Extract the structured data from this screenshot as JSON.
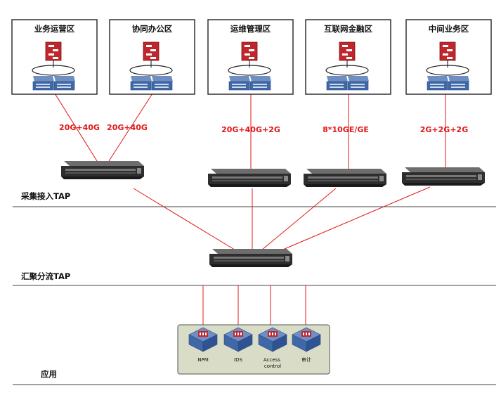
{
  "zones": [
    {
      "label": "业务运营区"
    },
    {
      "label": "协同办公区"
    },
    {
      "label": "运维管理区"
    },
    {
      "label": "互联网金融区"
    },
    {
      "label": "中间业务区"
    }
  ],
  "bandwidths": [
    "20G+40G",
    "20G+40G",
    "20G+40G+2G",
    "8*10GE/GE",
    "2G+2G+2G"
  ],
  "layers": {
    "collect": "采集接入TAP",
    "aggregate": "汇聚分流TAP",
    "app": "应用"
  },
  "tools": [
    {
      "label": "NPM"
    },
    {
      "label": "IDS"
    },
    {
      "label": "Access control"
    },
    {
      "label": "审计"
    }
  ],
  "colors": {
    "link": "#e01818",
    "firewall": "#c0272d",
    "switch": "#3f68a8",
    "tap": "#2b2b2b"
  },
  "icons": {
    "zone": "firewall-and-switch-stack-icon",
    "tap": "tap-device-icon",
    "tool": "security-appliance-icon"
  }
}
